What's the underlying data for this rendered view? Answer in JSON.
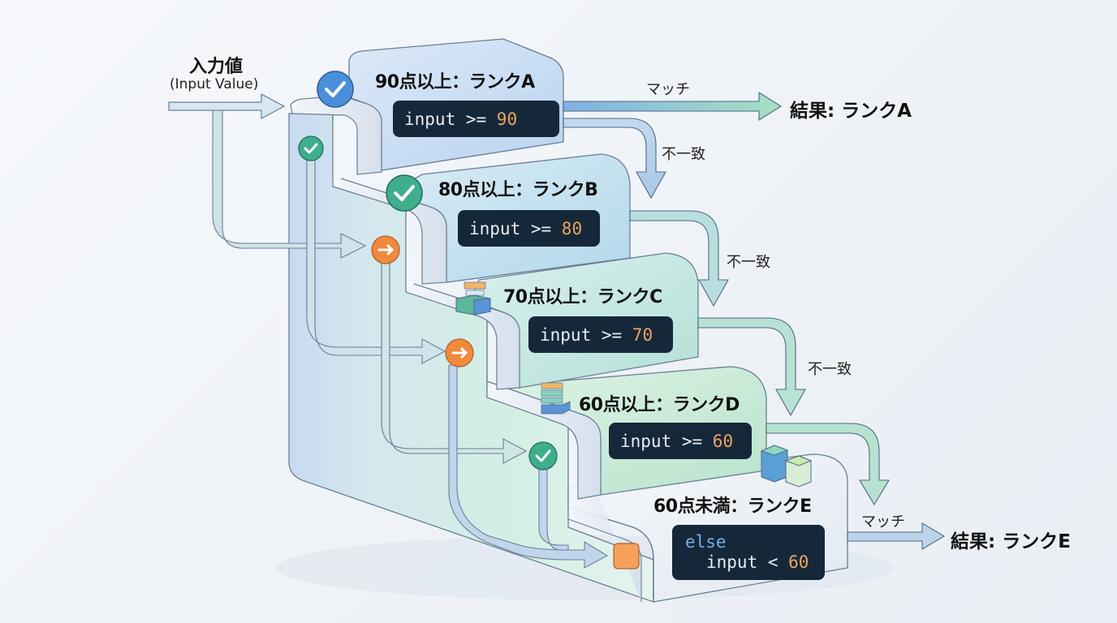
{
  "input": {
    "title": "入力値",
    "subtitle": "(Input Value)"
  },
  "steps": [
    {
      "title": "90点以上：ランクA",
      "code_prefix": "input >= ",
      "code_value": "90",
      "icon": "check-circle-icon"
    },
    {
      "title": "80点以上：ランクB",
      "code_prefix": "input >= ",
      "code_value": "80",
      "icon": "check-circle-icon"
    },
    {
      "title": "70点以上：ランクC",
      "code_prefix": "input >= ",
      "code_value": "70",
      "icon": "stacked-blocks-icon"
    },
    {
      "title": "60点以上：ランクD",
      "code_prefix": "input >= ",
      "code_value": "60",
      "icon": "layer-stack-icon"
    },
    {
      "title": "60点未満：ランクE",
      "code_keyword": "else",
      "code_prefix": "input < ",
      "code_value": "60",
      "icon": "cube-pair-icon"
    }
  ],
  "flow_labels": {
    "match": "マッチ",
    "mismatch": "不一致"
  },
  "results": {
    "a": "結果: ランクA",
    "e": "結果: ランクE"
  },
  "colors": {
    "blue_accent": "#4a8fd9",
    "green_accent": "#3fae8c",
    "orange_accent": "#f08a3c",
    "code_bg": "#15283a",
    "code_number": "#f0a35c"
  }
}
